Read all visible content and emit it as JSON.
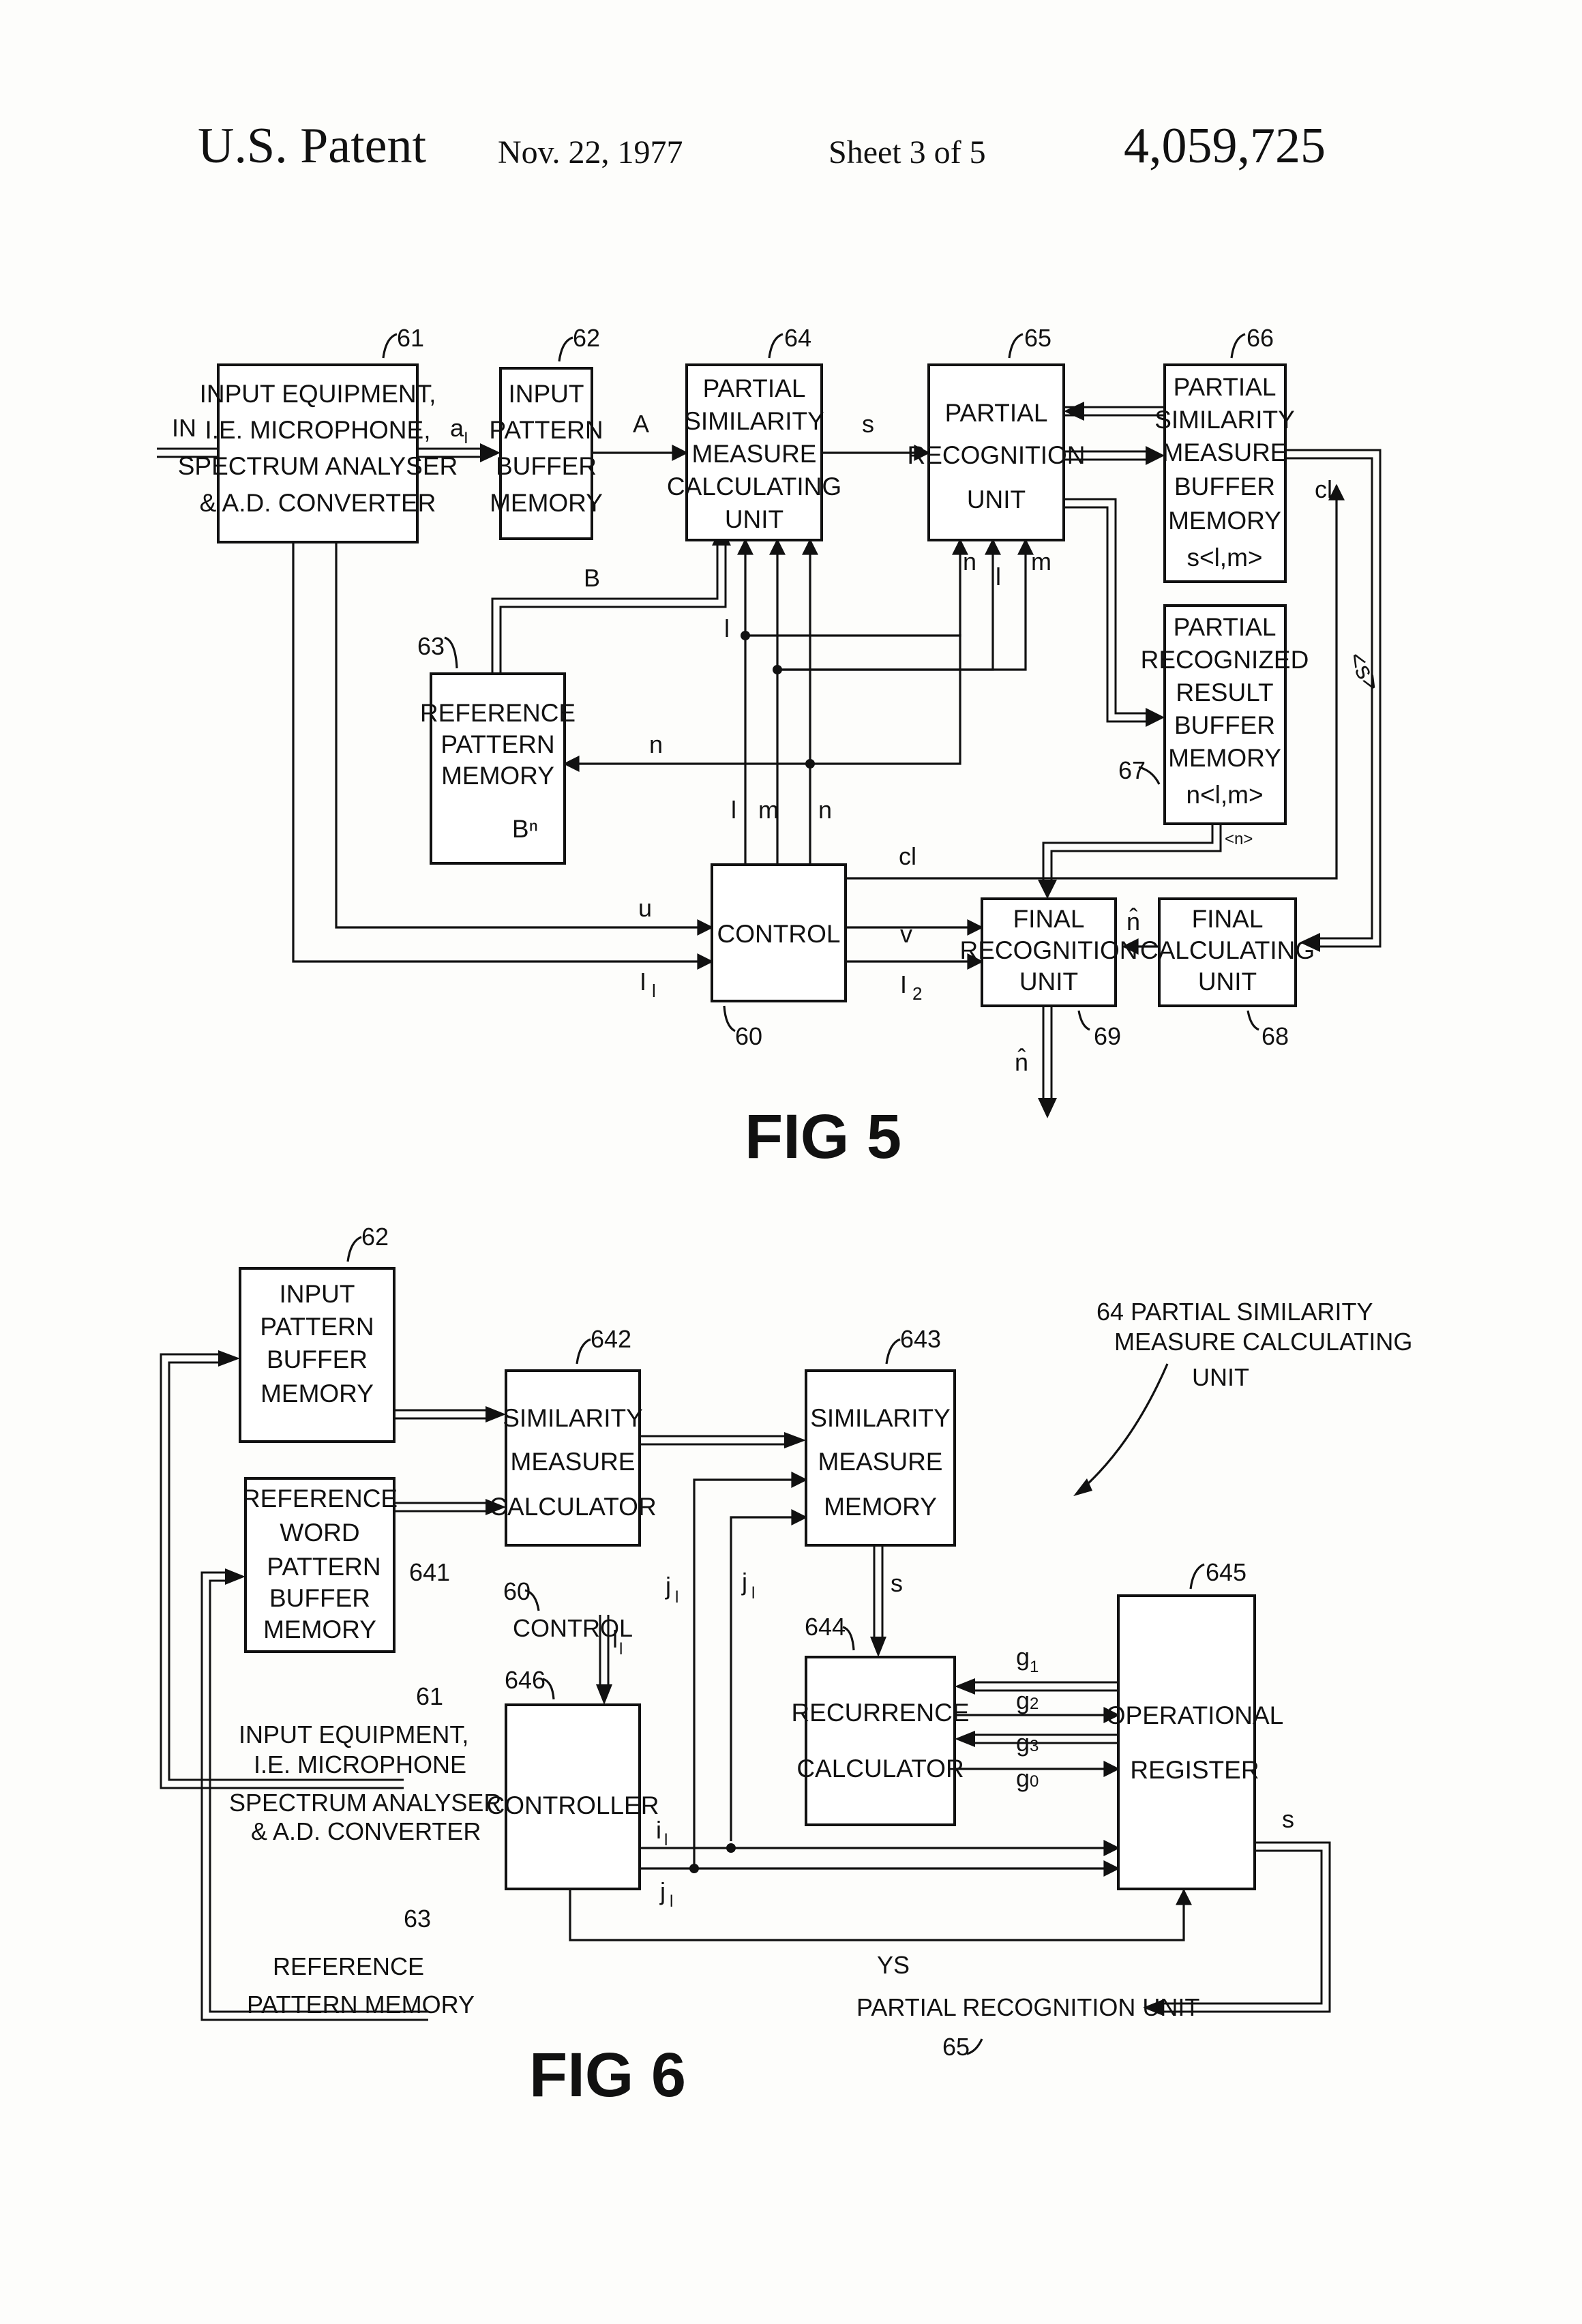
{
  "header": {
    "left": "U.S. Patent",
    "date": "Nov. 22, 1977",
    "sheet": "Sheet 3 of 5",
    "number": "4,059,725"
  },
  "fig5": {
    "caption": "FIG 5",
    "blocks": {
      "b61": [
        "INPUT EQUIPMENT,",
        "I.E. MICROPHONE,",
        "SPECTRUM ANALYSER",
        "& A.D. CONVERTER"
      ],
      "b62": [
        "INPUT",
        "PATTERN",
        "BUFFER",
        "MEMORY"
      ],
      "b64": [
        "PARTIAL",
        "SIMILARITY",
        "MEASURE",
        "CALCULATING",
        "UNIT"
      ],
      "b65": [
        "PARTIAL",
        "RECOGNITION",
        "UNIT"
      ],
      "b66": [
        "PARTIAL",
        "SIMILARITY",
        "MEASURE",
        "BUFFER",
        "MEMORY",
        "s<l,m>"
      ],
      "b67": [
        "PARTIAL",
        "RECOGNIZED",
        "RESULT",
        "BUFFER",
        "MEMORY",
        "n<l,m>"
      ],
      "b63": [
        "REFERENCE",
        "PATTERN",
        "MEMORY",
        "Bⁿ"
      ],
      "b60": [
        "CONTROL"
      ],
      "b69": [
        "FINAL",
        "RECOGNITION",
        "UNIT"
      ],
      "b68": [
        "FINAL",
        "CALCULATING",
        "UNIT"
      ]
    },
    "refs": {
      "r61": "61",
      "r62": "62",
      "r64": "64",
      "r65": "65",
      "r66": "66",
      "r63": "63",
      "r67": "67",
      "r60": "60",
      "r69": "69",
      "r68": "68"
    },
    "signals": {
      "in": "IN",
      "a1": "a",
      "a1sub": "I",
      "A": "A",
      "s": "s",
      "cl": "cl",
      "sbrk": "<s>",
      "B": "B",
      "l": "l",
      "n": "n",
      "m": "m",
      "l2": "l",
      "n2": "n",
      "m2": "m",
      "nref": "n",
      "cl2": "cl",
      "u": "u",
      "I1": "I",
      "I1sub": "l",
      "v": "v",
      "I2": "I",
      "I2sub": "2",
      "nbrk": "<n>",
      "nhat": "n̂",
      "nhat2": "n̂"
    }
  },
  "fig6": {
    "caption": "FIG 6",
    "title": [
      "64  PARTIAL  SIMILARITY",
      "MEASURE  CALCULATING",
      "UNIT"
    ],
    "blocks": {
      "b62": [
        "INPUT",
        "PATTERN",
        "BUFFER",
        "MEMORY"
      ],
      "b641": [
        "REFERENCE",
        "WORD",
        "PATTERN",
        "BUFFER",
        "MEMORY"
      ],
      "b642": [
        "SIMILARITY",
        "MEASURE",
        "CALCULATOR"
      ],
      "b643": [
        "SIMILARITY",
        "MEASURE",
        "MEMORY"
      ],
      "b644": [
        "RECURRENCE",
        "CALCULATOR"
      ],
      "b645": [
        "OPERATIONAL",
        "REGISTER"
      ],
      "b646": [
        "CONTROLLER"
      ]
    },
    "refs": {
      "r62": "62",
      "r642": "642",
      "r643": "643",
      "r641": "641",
      "r645": "645",
      "r644": "644",
      "r646": "646",
      "r60": "60",
      "r61": "61",
      "r63": "63",
      "r65": "65"
    },
    "labels": {
      "control": "CONTROL",
      "input_eq": [
        "INPUT EQUIPMENT,",
        "I.E. MICROPHONE",
        "SPECTRUM ANALYSER",
        "& A.D. CONVERTER"
      ],
      "ref_mem": [
        "REFERENCE",
        "PATTERN  MEMORY"
      ],
      "prec": "PARTIAL  RECOGNITION  UNIT"
    },
    "signals": {
      "s": "s",
      "s2": "s",
      "ys": "YS",
      "ll": "l",
      "llsub": "l",
      "g1": "g",
      "g1sub": "1",
      "g2": "g",
      "g2sub": "2",
      "g3": "g",
      "g3sub": "3",
      "g0": "g",
      "g0sub": "0",
      "ja": "j",
      "jasub": "l",
      "jb": "j",
      "jbsub": "l",
      "il": "i",
      "ilsub": "l",
      "jl": "j",
      "jlsub": "l"
    }
  }
}
